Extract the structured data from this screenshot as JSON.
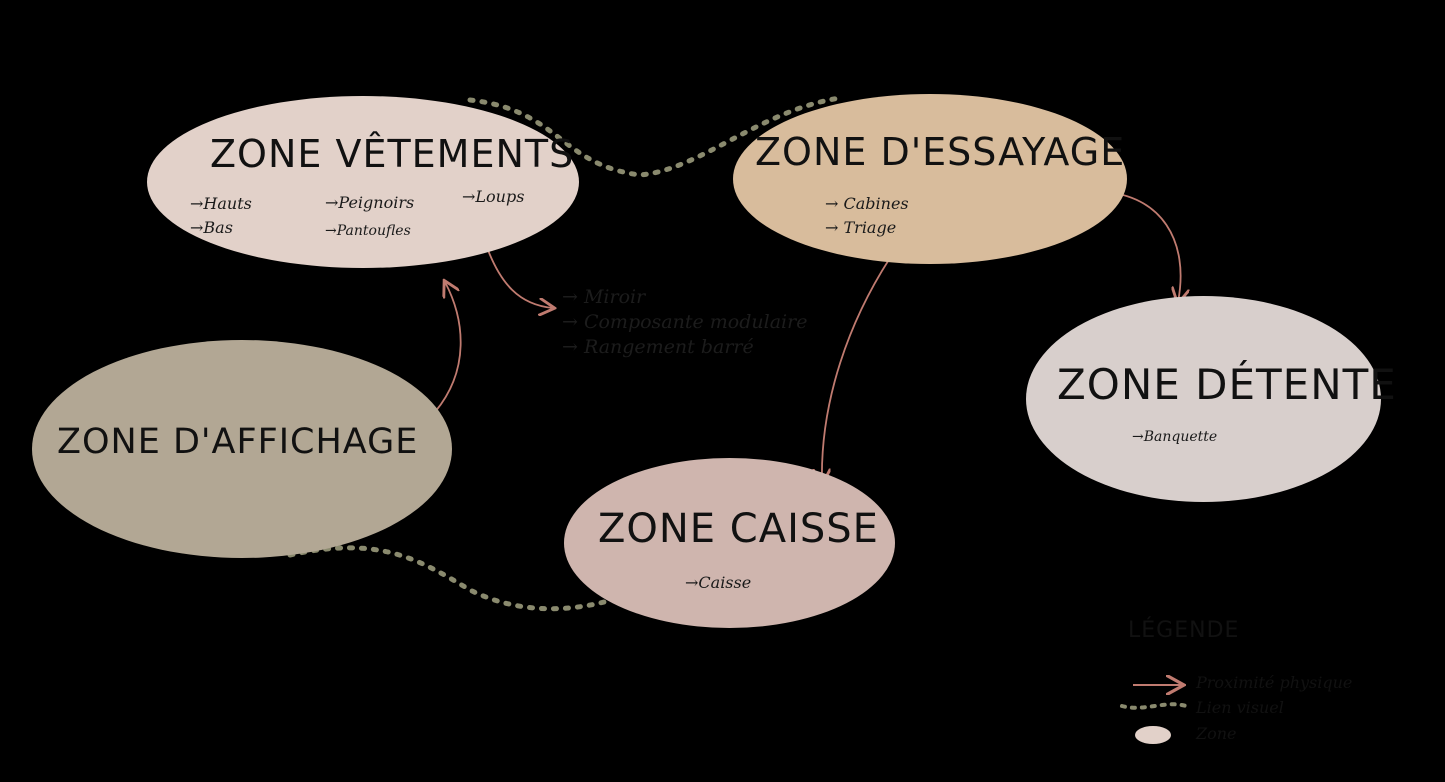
{
  "zones": {
    "vetements": {
      "title": "Zone vêtements",
      "color": "#e2d1c9",
      "items": [
        "→Hauts",
        "→Bas",
        "→Peignoirs",
        "→Pantoufles",
        "→Loups"
      ]
    },
    "essayage": {
      "title": "Zone d'essayage",
      "color": "#d8bc9c",
      "items": [
        "→ Cabines",
        "→ Triage"
      ]
    },
    "detente": {
      "title": "Zone détente",
      "color": "#d8cfcc",
      "items": [
        "→Banquette"
      ]
    },
    "affichage": {
      "title": "Zone d'affichage",
      "color": "#b2a794",
      "items": []
    },
    "caisse": {
      "title": "Zone caisse",
      "color": "#cfb5ae",
      "items": [
        "→Caisse"
      ]
    }
  },
  "branch_items": [
    "→ Miroir",
    "→ Composante modulaire",
    "→ Rangement barré"
  ],
  "legend": {
    "title": "Légende",
    "entries": [
      {
        "label": "Proximité physique",
        "kind": "arrow",
        "color": "#c07b70"
      },
      {
        "label": "Lien visuel",
        "kind": "dots",
        "color": "#8a8a6e"
      },
      {
        "label": "Zone",
        "kind": "ellipse",
        "color": "#e2d1c9"
      }
    ]
  },
  "colors": {
    "background": "#000000",
    "arrow": "#c07b70",
    "dots": "#8a8a6e"
  }
}
